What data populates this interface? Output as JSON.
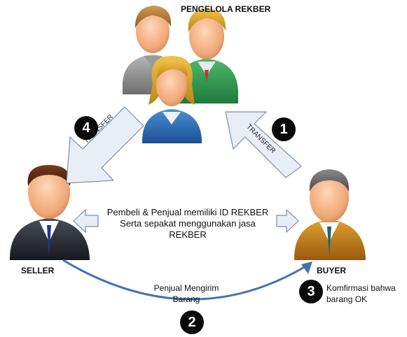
{
  "diagram": {
    "title_group": "PENGELOLA REKBER",
    "seller_label": "SELLER",
    "buyer_label": "BUYER",
    "center_line1": "Pembeli & Penjual memiliki ID REKBER",
    "center_line2": "Serta sepakat menggunakan jasa",
    "center_line3": "REKBER",
    "shipping_line1": "Penjual Mengirim",
    "shipping_line2": "Barang",
    "confirm_line1": "Komfirmasi bahwa",
    "confirm_line2": "barang OK",
    "transfer_left": "TRANSFER",
    "transfer_right": "TRANSFER",
    "steps": {
      "one": "1",
      "two": "2",
      "three": "3",
      "four": "4"
    }
  },
  "colors": {
    "arrow_fill": "#e9edf6",
    "arrow_stroke": "#7f8fa8",
    "curve": "#4472b0",
    "badge": "#0a0a0a"
  }
}
